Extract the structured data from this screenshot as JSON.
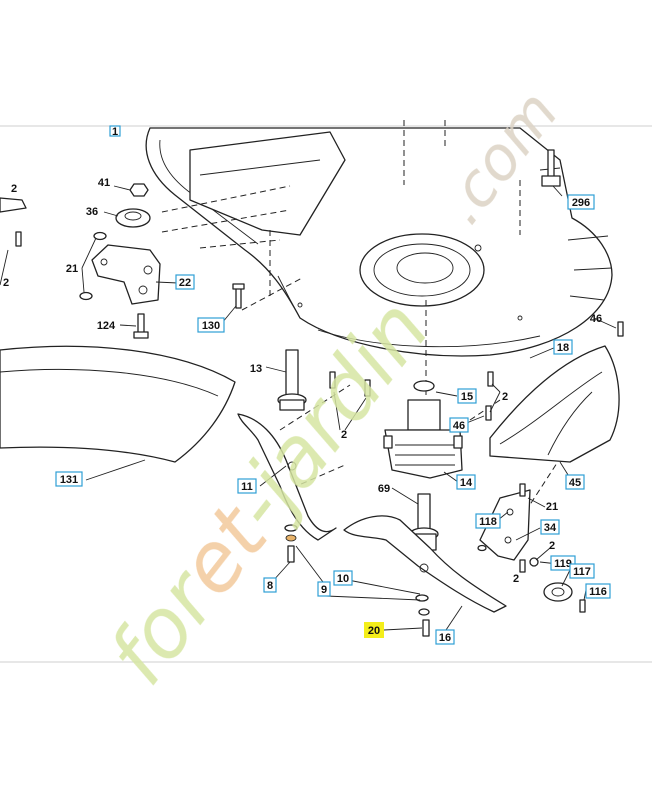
{
  "watermark": {
    "brand_prefix": "for",
    "brand_highlight": "et",
    "brand_suffix": "-jardin",
    "tld": ".com",
    "color_main": "#d6e6a2",
    "color_highlight": "#f3c99b",
    "color_tld": "#dcd3c4"
  },
  "accent": {
    "box_stroke": "#2f9fd6",
    "highlight_fill": "#f4ee1a"
  },
  "callouts": {
    "c1": "1",
    "c41": "41",
    "c36": "36",
    "c21": "21",
    "c22": "22",
    "c124": "124",
    "c130": "130",
    "c2_left": "2",
    "c296": "296",
    "c46_top": "46",
    "c18": "18",
    "c13": "13",
    "c15": "15",
    "c2_mid": "2",
    "c2_right": "2",
    "c46_mid": "46",
    "c14": "14",
    "c45": "45",
    "c131": "131",
    "c11": "11",
    "c69": "69",
    "c21_right": "21",
    "c118": "118",
    "c34": "34",
    "c2_bracket": "2",
    "c119": "119",
    "c117": "117",
    "c116": "116",
    "c8": "8",
    "c9": "9",
    "c10": "10",
    "c20": "20",
    "c16": "16",
    "c2_edge": "2",
    "c2_far": "2"
  }
}
